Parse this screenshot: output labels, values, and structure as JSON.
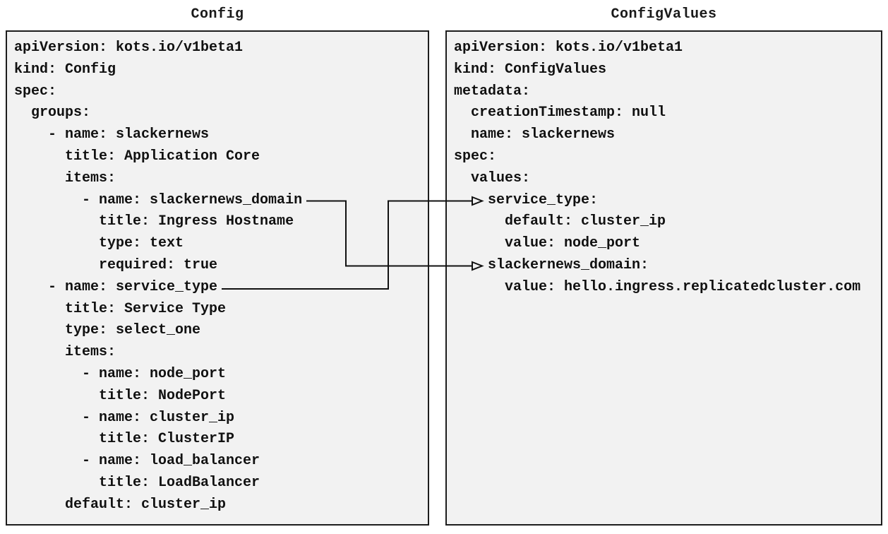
{
  "diagram": {
    "left_panel": {
      "title": "Config",
      "code_lines": [
        "apiVersion: kots.io/v1beta1",
        "kind: Config",
        "spec:",
        "  groups:",
        "    - name: slackernews",
        "      title: Application Core",
        "      items:",
        "        - name: slackernews_domain",
        "          title: Ingress Hostname",
        "          type: text",
        "          required: true",
        "    - name: service_type",
        "      title: Service Type",
        "      type: select_one",
        "      items:",
        "        - name: node_port",
        "          title: NodePort",
        "        - name: cluster_ip",
        "          title: ClusterIP",
        "        - name: load_balancer",
        "          title: LoadBalancer",
        "      default: cluster_ip"
      ]
    },
    "right_panel": {
      "title": "ConfigValues",
      "code_lines": [
        "apiVersion: kots.io/v1beta1",
        "kind: ConfigValues",
        "metadata:",
        "  creationTimestamp: null",
        "  name: slackernews",
        "spec:",
        "  values:",
        "    service_type:",
        "      default: cluster_ip",
        "      value: node_port",
        "    slackernews_domain:",
        "      value: hello.ingress.replicatedcluster.com"
      ]
    },
    "connections": [
      {
        "from": "Config item 'name: slackernews_domain'",
        "to": "ConfigValues key 'slackernews_domain:'"
      },
      {
        "from": "Config item 'name: service_type'",
        "to": "ConfigValues key 'service_type:'"
      }
    ],
    "colors": {
      "background": "#ffffff",
      "panel_fill": "#f2f2f2",
      "panel_border": "#1d1d1d",
      "text": "#111111",
      "connector": "#111111"
    }
  }
}
